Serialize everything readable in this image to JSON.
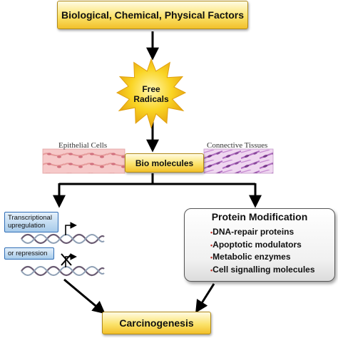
{
  "top_box": "Biological, Chemical, Physical Factors",
  "star": {
    "line1": "Free",
    "line2": "Radicals"
  },
  "labels": {
    "epithelial": "Epithelial Cells",
    "connective": "Connective Tissues"
  },
  "bio_box": "Bio molecules",
  "left_branch": {
    "upregulation": "Transcriptional upregulation",
    "repression": "or repression"
  },
  "protein": {
    "title": "Protein Modification",
    "bullet": "•",
    "items": [
      "DNA-repair proteins",
      "Apoptotic modulators",
      "Metabolic enzymes",
      "Cell signalling molecules"
    ]
  },
  "bottom_box": "Carcinogenesis",
  "colors": {
    "box_fill": "#f6cc3b",
    "star_fill": "#f9d21e",
    "tag_border": "#2f6db6",
    "bullet": "#c0342b",
    "epithelial_tint": "#f3b8b8",
    "connective_tint": "#c58fd0"
  }
}
